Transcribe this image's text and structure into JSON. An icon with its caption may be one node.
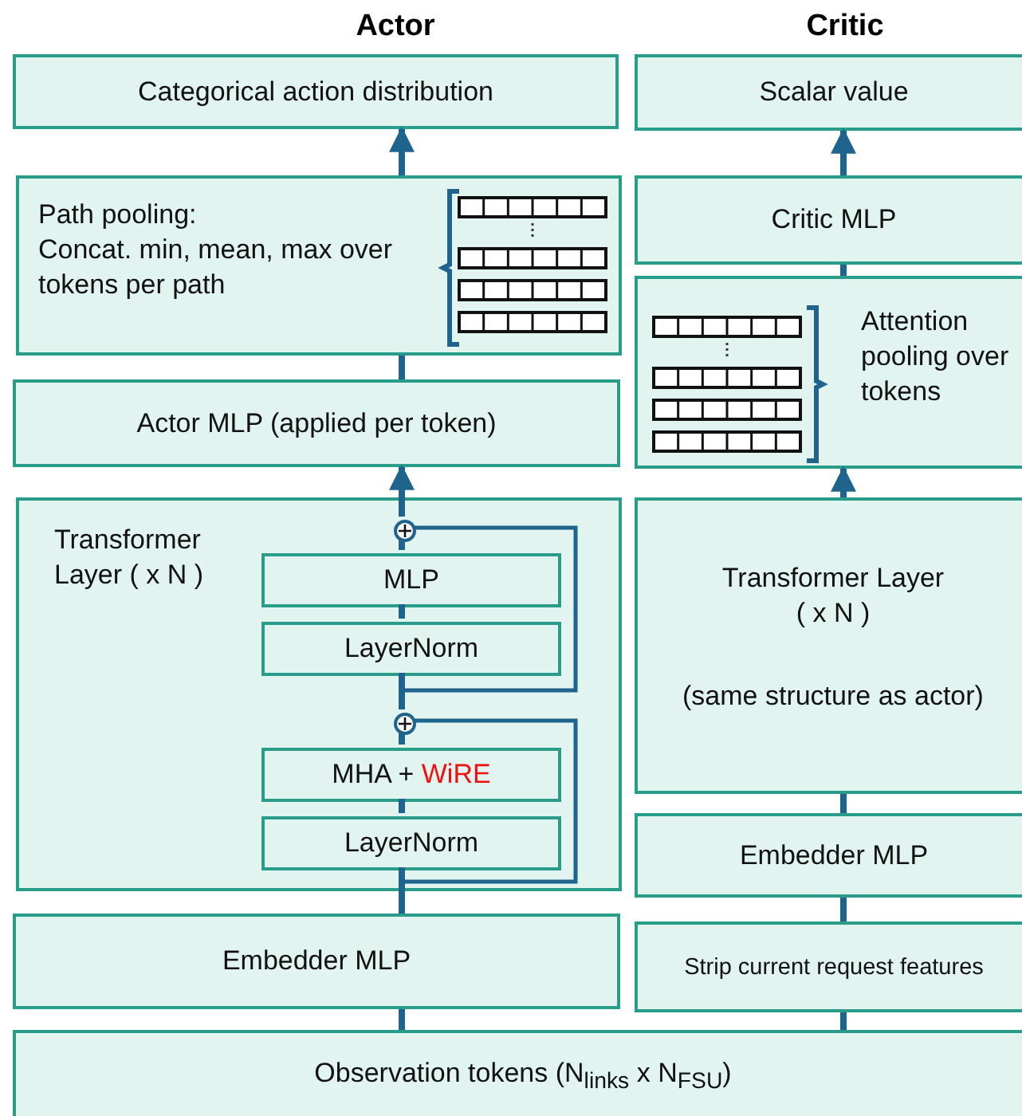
{
  "diagram": {
    "nodes": [
      {
        "text": [
          "Categorical action distribution"
        ]
      },
      {
        "text": [
          "Path pooling:",
          "Concat. min, mean, max over tokens per path"
        ]
      },
      {
        "text": [
          "Actor MLP (applied per token)"
        ]
      },
      {
        "text": [
          "Transformer Layer ( x N )"
        ]
      },
      {
        "text": [
          "MLP"
        ],
        "in": 3
      },
      {
        "text": [
          "LayerNorm"
        ],
        "in": 3
      },
      {
        "text": [
          "MHA + WiRE"
        ],
        "in": 3
      },
      {
        "text": [
          "LayerNorm"
        ],
        "in": 3
      },
      {
        "text": [],
        "shape": "circle",
        "in": 3
      },
      {
        "text": [],
        "shape": "circle",
        "in": 3
      },
      {
        "text": [
          "Embedder MLP"
        ]
      },
      {
        "text": [
          "Observation tokens (N$_{links}$ x N$_{FSU}$)"
        ]
      },
      {
        "text": [
          "Scalar value"
        ]
      },
      {
        "text": [
          "Critic MLP"
        ]
      },
      {
        "text": [
          "Attention pooling over tokens"
        ]
      },
      {
        "text": [
          "Transformer Layer ( x N )",
          "(same structure as actor)"
        ]
      },
      {
        "text": [
          "Embedder MLP"
        ]
      },
      {
        "text": [
          "Strip current request features"
        ]
      }
    ],
    "edges": [
      {
        "from": 11,
        "to": 10,
        "arrow": "none"
      },
      {
        "from": 10,
        "to": 7,
        "arrow": "none"
      },
      {
        "from": 7,
        "to": 6,
        "arrow": "none"
      },
      {
        "from": 6,
        "to": 9,
        "arrow": "none"
      },
      {
        "from": 9,
        "to": 5,
        "arrow": "none"
      },
      {
        "from": 5,
        "to": 4,
        "arrow": "none"
      },
      {
        "from": 4,
        "to": 8,
        "arrow": "none"
      },
      {
        "from": 8,
        "to": 2,
        "arrow": "to"
      },
      {
        "from": 2,
        "to": 1,
        "arrow": "none"
      },
      {
        "from": 1,
        "to": 0,
        "arrow": "to"
      },
      {
        "from": 10,
        "to": 9,
        "arrow": "none"
      },
      {
        "from": 9,
        "to": 8,
        "arrow": "none"
      },
      {
        "from": 11,
        "to": 17,
        "arrow": "none"
      },
      {
        "from": 17,
        "to": 16,
        "arrow": "none"
      },
      {
        "from": 16,
        "to": 15,
        "arrow": "none"
      },
      {
        "from": 15,
        "to": 14,
        "arrow": "to"
      },
      {
        "from": 14,
        "to": 13,
        "arrow": "none"
      },
      {
        "from": 13,
        "to": 12,
        "arrow": "to"
      }
    ],
    "labels": [
      "Actor",
      "Critic"
    ]
  }
}
